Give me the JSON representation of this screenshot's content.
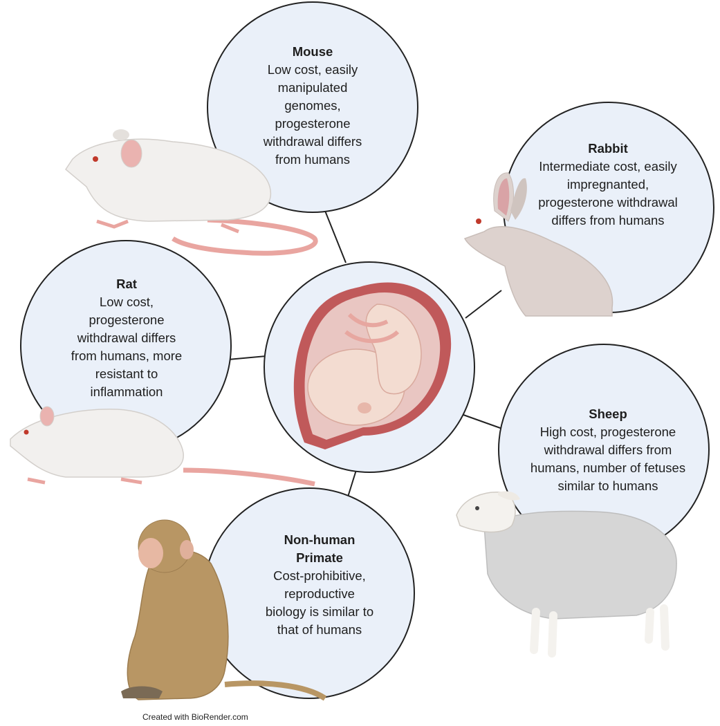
{
  "colors": {
    "circle_fill": "#eaf0f9",
    "circle_stroke": "#222222",
    "connector": "#222222",
    "text": "#1e1e1e"
  },
  "center": {
    "icon": "pregnant-uterus-fetus-icon"
  },
  "models": [
    {
      "icon": "mouse-icon",
      "title": "Mouse",
      "lines": [
        "Low cost, easily",
        "manipulated",
        "genomes,",
        "progesterone",
        "withdrawal differs",
        "from humans"
      ]
    },
    {
      "icon": "rabbit-icon",
      "title": "Rabbit",
      "lines": [
        "Intermediate cost, easily",
        "impregnanted,",
        "progesterone withdrawal",
        "differs from humans"
      ]
    },
    {
      "icon": "rat-icon",
      "title": "Rat",
      "lines": [
        "Low cost,",
        "progesterone",
        "withdrawal differs",
        "from humans, more",
        "resistant to",
        "inflammation"
      ]
    },
    {
      "icon": "sheep-icon",
      "title": "Sheep",
      "lines": [
        "High cost, progesterone",
        "withdrawal differs from",
        "humans, number of fetuses",
        "similar to humans"
      ]
    },
    {
      "icon": "monkey-icon",
      "title_lines": [
        "Non-human",
        "Primate"
      ],
      "lines": [
        "Cost-prohibitive,",
        "reproductive",
        "biology is similar to",
        "that of humans"
      ]
    }
  ],
  "footer": {
    "credit": "Created with BioRender.com"
  }
}
